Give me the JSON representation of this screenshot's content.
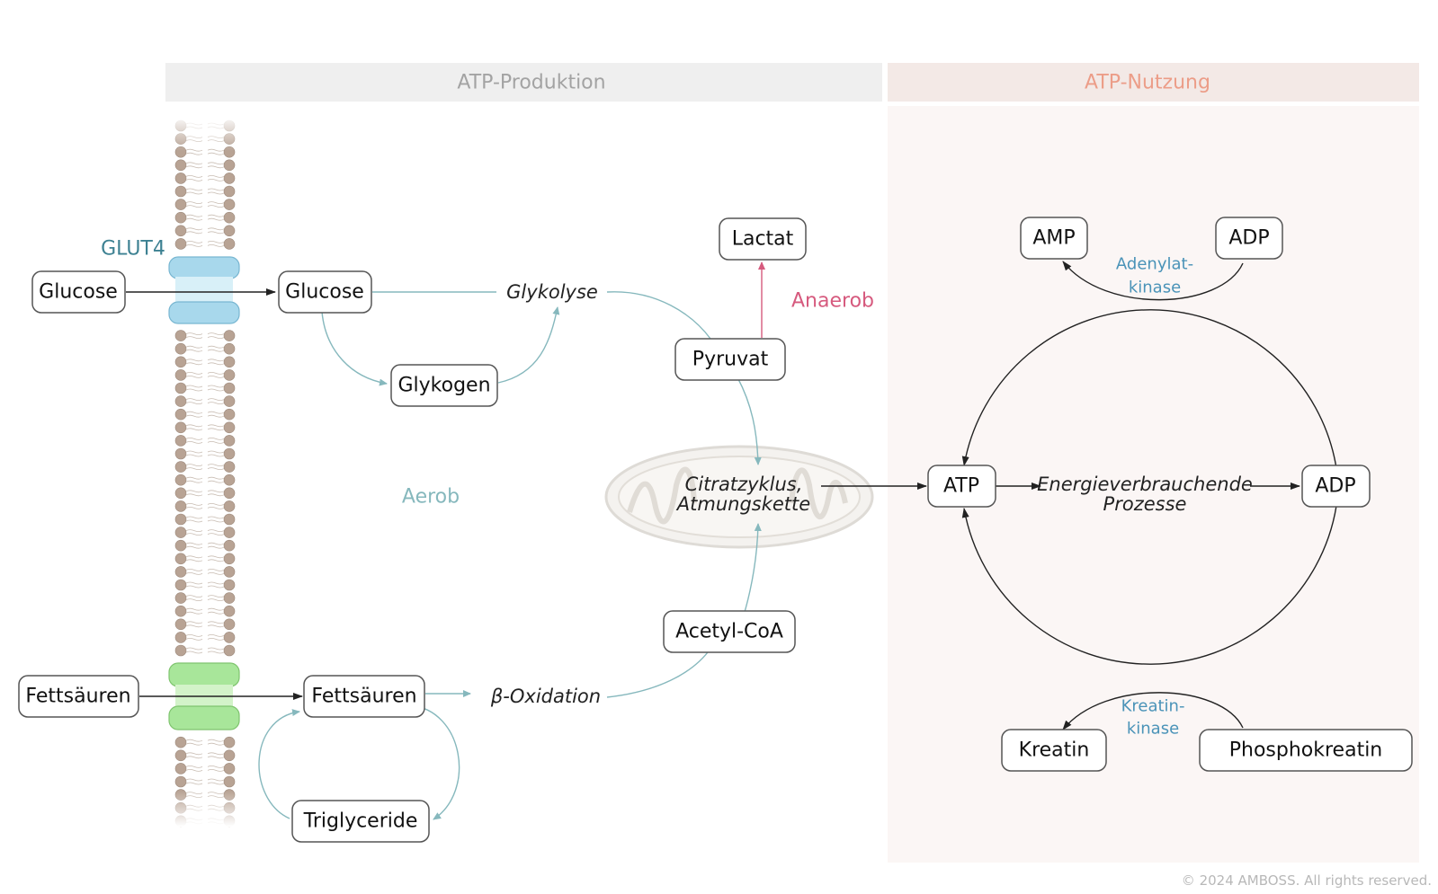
{
  "panels": {
    "production_title": "ATP-Produktion",
    "usage_title": "ATP-Nutzung"
  },
  "labels": {
    "glut4": "GLUT4",
    "aerob": "Aerob",
    "anaerob": "Anaerob",
    "glykolyse": "Glykolyse",
    "beta_oxidation": "β-Oxidation",
    "citrate_line1": "Citratzyklus,",
    "citrate_line2": "Atmungskette",
    "energy_line1": "Energieverbrauchende",
    "energy_line2": "Prozesse",
    "adenylat_line1": "Adenylat-",
    "adenylat_line2": "kinase",
    "kreatin_enzyme_line1": "Kreatin-",
    "kreatin_enzyme_line2": "kinase"
  },
  "nodes": {
    "glucose_outside": "Glucose",
    "glucose_inside": "Glucose",
    "glykogen": "Glykogen",
    "lactat": "Lactat",
    "pyruvat": "Pyruvat",
    "acetyl_coa": "Acetyl-CoA",
    "fettsaeuren_outside": "Fettsäuren",
    "fettsaeuren_inside": "Fettsäuren",
    "triglyceride": "Triglyceride",
    "atp": "ATP",
    "adp_right": "ADP",
    "amp": "AMP",
    "adp_top": "ADP",
    "kreatin": "Kreatin",
    "phosphokreatin": "Phosphokreatin"
  },
  "colors": {
    "teal_arrow": "#86b8bd",
    "anaerob_red": "#d65a7e",
    "glut4_label": "#3d8192",
    "enzyme_blue": "#4a93b8",
    "production_header": "#a3a3a3",
    "usage_header": "#ec9d88"
  },
  "footer": {
    "copyright": "© 2024 AMBOSS. All rights reserved."
  }
}
